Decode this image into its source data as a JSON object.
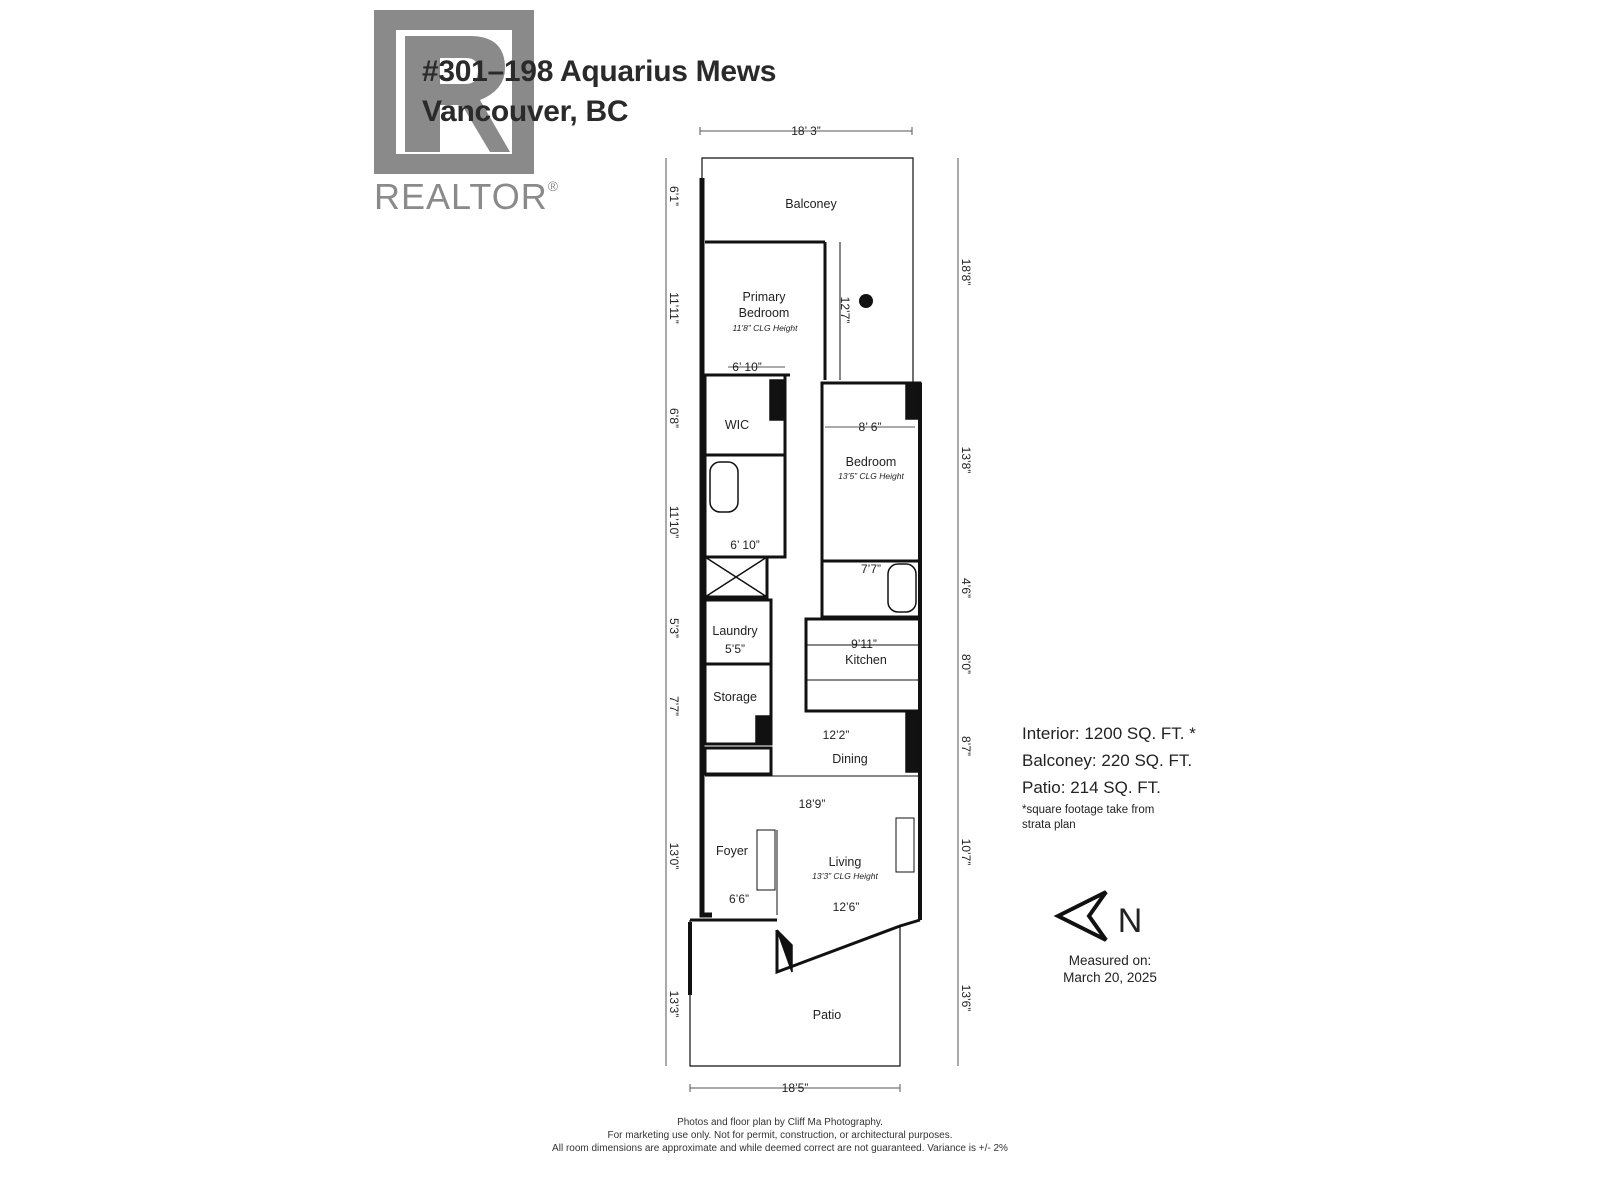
{
  "header": {
    "address_line1": "#301–198 Aquarius Mews",
    "address_line2": "Vancouver, BC"
  },
  "logo": {
    "letter": "R",
    "wordmark": "REALTOR",
    "registered": "®",
    "icon": "realtor-r-logo"
  },
  "rooms": {
    "balcony": "Balconey",
    "primary_bedroom_line1": "Primary",
    "primary_bedroom_line2": "Bedroom",
    "primary_bedroom_clg": "11’8” CLG Height",
    "wic": "WIC",
    "bedroom": "Bedroom",
    "bedroom_clg": "13’5” CLG Height",
    "laundry": "Laundry",
    "storage": "Storage",
    "kitchen": "Kitchen",
    "dining": "Dining",
    "foyer": "Foyer",
    "living": "Living",
    "living_clg": "13’3” CLG Height",
    "patio": "Patio"
  },
  "dimensions": {
    "top_width": "18’ 3”",
    "bottom_width": "18’5”",
    "primary_bed_width": "6’ 10”",
    "primary_bed_depth": "12’7”",
    "bedroom_width": "8’ 6”",
    "bath_width": "6’ 10”",
    "ensuite_width": "7’7”",
    "laundry_width": "5’5”",
    "kitchen_width": "9’11”",
    "dining_width": "12’2”",
    "living_width_top": "18’9”",
    "foyer_width": "6’6”",
    "living_width_bottom": "12’6”",
    "left": [
      "6’1”",
      "11’11”",
      "6’8”",
      "11’10”",
      "5’3”",
      "7’7”",
      "13’0”",
      "13’3”"
    ],
    "right": [
      "18’8”",
      "13’8”",
      "4’6”",
      "8’0”",
      "8’7”",
      "10’7”",
      "13’6”"
    ]
  },
  "summary": {
    "interior": "Interior: 1200 SQ. FT. *",
    "balcony": "Balconey: 220 SQ. FT.",
    "patio": "Patio: 214 SQ. FT.",
    "note": "*square footage take from strata plan"
  },
  "compass": {
    "label": "N",
    "icon": "north-arrow-icon"
  },
  "measured": {
    "line1": "Measured on:",
    "line2": "March 20, 2025"
  },
  "footer": {
    "line1": "Photos and floor plan by Cliff Ma Photography.",
    "line2": "For marketing use only. Not for permit, construction, or architectural purposes.",
    "line3": "All room dimensions are approximate and while deemed correct are not guaranteed. Variance is +/- 2%"
  },
  "colors": {
    "wall": "#111111",
    "logo": "#8a8a8a",
    "line": "#555555"
  }
}
